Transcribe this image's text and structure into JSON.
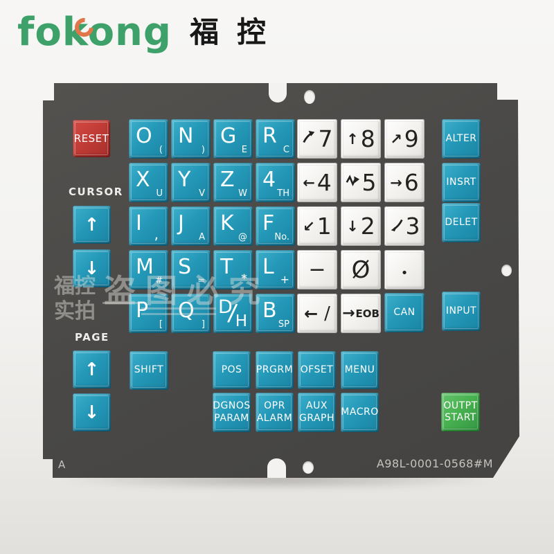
{
  "logo": {
    "en": "fokong",
    "cn": "福控"
  },
  "colors": {
    "teal": "#2498b8",
    "red": "#c23c36",
    "green": "#48b250",
    "panel": "#4a4947",
    "background": "#f3f2f0",
    "logo_green": "#3da169",
    "logo_orange": "#e0764a"
  },
  "keys": {
    "reset": "RESET",
    "shift": "SHIFT",
    "can": "CAN",
    "input": "INPUT",
    "letters": [
      {
        "main": "O",
        "sub": "("
      },
      {
        "main": "N",
        "sub": ")"
      },
      {
        "main": "G",
        "sub": "E"
      },
      {
        "main": "R",
        "sub": "C"
      },
      {
        "main": "X",
        "sub": "U"
      },
      {
        "main": "Y",
        "sub": "V"
      },
      {
        "main": "Z",
        "sub": "W"
      },
      {
        "main": "4",
        "sub": "TH"
      },
      {
        "main": "I",
        "sub": ","
      },
      {
        "main": "J",
        "sub": "A"
      },
      {
        "main": "K",
        "sub": "@"
      },
      {
        "main": "F",
        "sub": "No."
      },
      {
        "main": "M",
        "sub": "#"
      },
      {
        "main": "S",
        "sub": "="
      },
      {
        "main": "T",
        "sub": "*"
      },
      {
        "main": "L",
        "sub": "+"
      },
      {
        "main": "P",
        "sub": "["
      },
      {
        "main": "Q",
        "sub": "]"
      },
      {
        "main": "D",
        "slash": "/",
        "sub": "H"
      },
      {
        "main": "B",
        "sub": "SP"
      }
    ],
    "numpad": [
      {
        "digit": "7",
        "arrow_icon": "curve-up-right"
      },
      {
        "digit": "8",
        "arrow": "↑"
      },
      {
        "digit": "9",
        "arrow": "↗"
      },
      {
        "digit": "4",
        "arrow": "←"
      },
      {
        "digit": "5",
        "arrow_icon": "zigzag-right"
      },
      {
        "digit": "6",
        "arrow": "→"
      },
      {
        "digit": "1",
        "arrow": "↙"
      },
      {
        "digit": "2",
        "arrow": "↓"
      },
      {
        "digit": "3",
        "arrow_icon": "curve-down-left"
      }
    ],
    "symbols": [
      "−",
      "Ø",
      "•"
    ],
    "eob_row": {
      "arrow_left": "←",
      "slash": "/",
      "arrow_right": "→",
      "eob": "EOB"
    },
    "right_column": [
      "ALTER",
      "INSRT",
      "DELET"
    ],
    "func_row1": [
      "POS",
      "PRGRM",
      "OFSET",
      "MENU"
    ],
    "func_row2": [
      {
        "l1": "DGNOS",
        "l2": "PARAM"
      },
      {
        "l1": "OPR",
        "l2": "ALARM"
      },
      {
        "l1": "AUX",
        "l2": "GRAPH"
      },
      {
        "l1": "MACRO",
        "l2": ""
      }
    ],
    "output_key": {
      "l1": "OUTPT",
      "l2": "START"
    }
  },
  "nav": {
    "cursor_label": "CURSOR",
    "page_label": "PAGE",
    "up": "↑",
    "down": "↓"
  },
  "footer": {
    "corner": "A",
    "part_number": "A98L-0001-0568#M"
  },
  "watermark": {
    "small1": "福控",
    "small2": "实拍",
    "big": "盗图必究"
  }
}
